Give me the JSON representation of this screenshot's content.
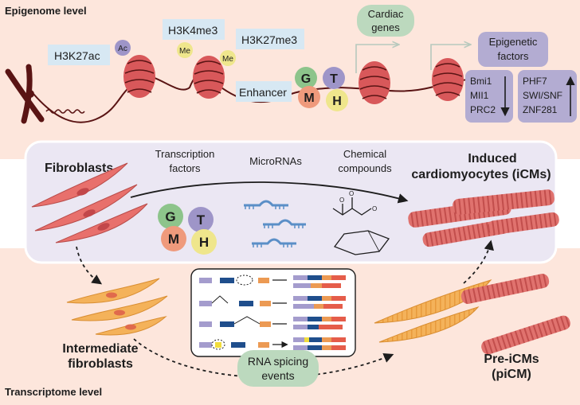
{
  "epigenome": {
    "title": "Epigenome level",
    "marks": {
      "h3k27ac": "H3K27ac",
      "ac": "Ac",
      "h3k4me3": "H3K4me3",
      "me1": "Me",
      "me2": "Me",
      "h3k27me3": "H3K27me3"
    },
    "enhancer": "Enhancer",
    "cardiac_genes": [
      "Cardiac",
      "genes"
    ],
    "epigenetic_factors": {
      "title": [
        "Epigenetic",
        "factors"
      ],
      "down": [
        "Bmi1",
        "MII1",
        "PRC2"
      ],
      "up": [
        "PHF7",
        "SWI/SNF",
        "ZNF281"
      ]
    }
  },
  "gmth": {
    "g": "G",
    "m": "M",
    "t": "T",
    "h": "H"
  },
  "reprogramming": {
    "fibroblasts": "Fibroblasts",
    "factors": [
      {
        "lines": [
          "Transcription",
          "factors"
        ]
      },
      {
        "lines": [
          "MicroRNAs"
        ]
      },
      {
        "lines": [
          "Chemical",
          "compounds"
        ]
      }
    ],
    "icms": [
      "Induced",
      "cardiomyocytes (iCMs)"
    ]
  },
  "transcriptome": {
    "title": "Transcriptome level",
    "intermediate": [
      "Intermediate",
      "fibroblasts"
    ],
    "splicing": [
      "RNA spicing",
      "events"
    ],
    "pre_icms": [
      "Pre-iCMs",
      "(piCM)"
    ]
  },
  "colors": {
    "epigenome_bg": "#fde6dc",
    "transcriptome_bg": "#fde6dc",
    "panel_bg": "#ebe7f3",
    "mark_box": "#d7e8f3",
    "factor_box": "#b3acd2",
    "pill": "#bcd9be",
    "g": "#8dc48b",
    "m": "#ef9a7c",
    "t": "#9e95c8",
    "h": "#efe68c",
    "nucleosome": "#d8585a",
    "chromosome": "#5a1414",
    "fibroblast": "#e8706c",
    "intermediate": "#f4b25a",
    "cardiomyocyte": "#e0726e",
    "mirna": "#5b8fc7"
  }
}
